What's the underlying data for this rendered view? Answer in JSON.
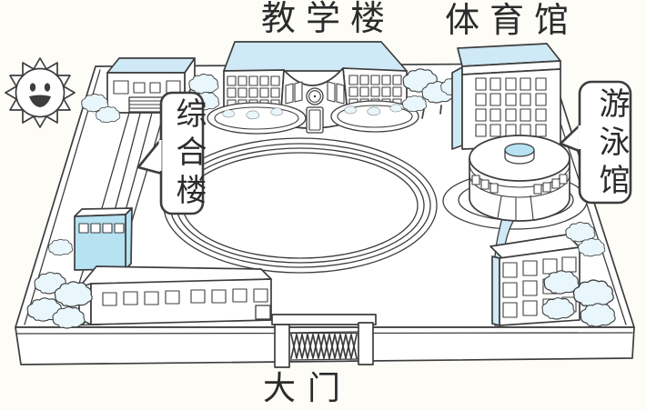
{
  "labels": {
    "teaching_building": "教学楼",
    "gymnasium": "体育馆",
    "complex_building": "综合楼",
    "natatorium": "游泳馆",
    "main_gate": "大门"
  },
  "icons": {
    "sun": "smiling-sun"
  },
  "colors": {
    "ink": "#3d3d3d",
    "roof_blue": "#cfe9f6",
    "deep_blue": "#b6e2f2",
    "bush_blue": "#e9f6fc",
    "paper": "#fdfcf7"
  }
}
